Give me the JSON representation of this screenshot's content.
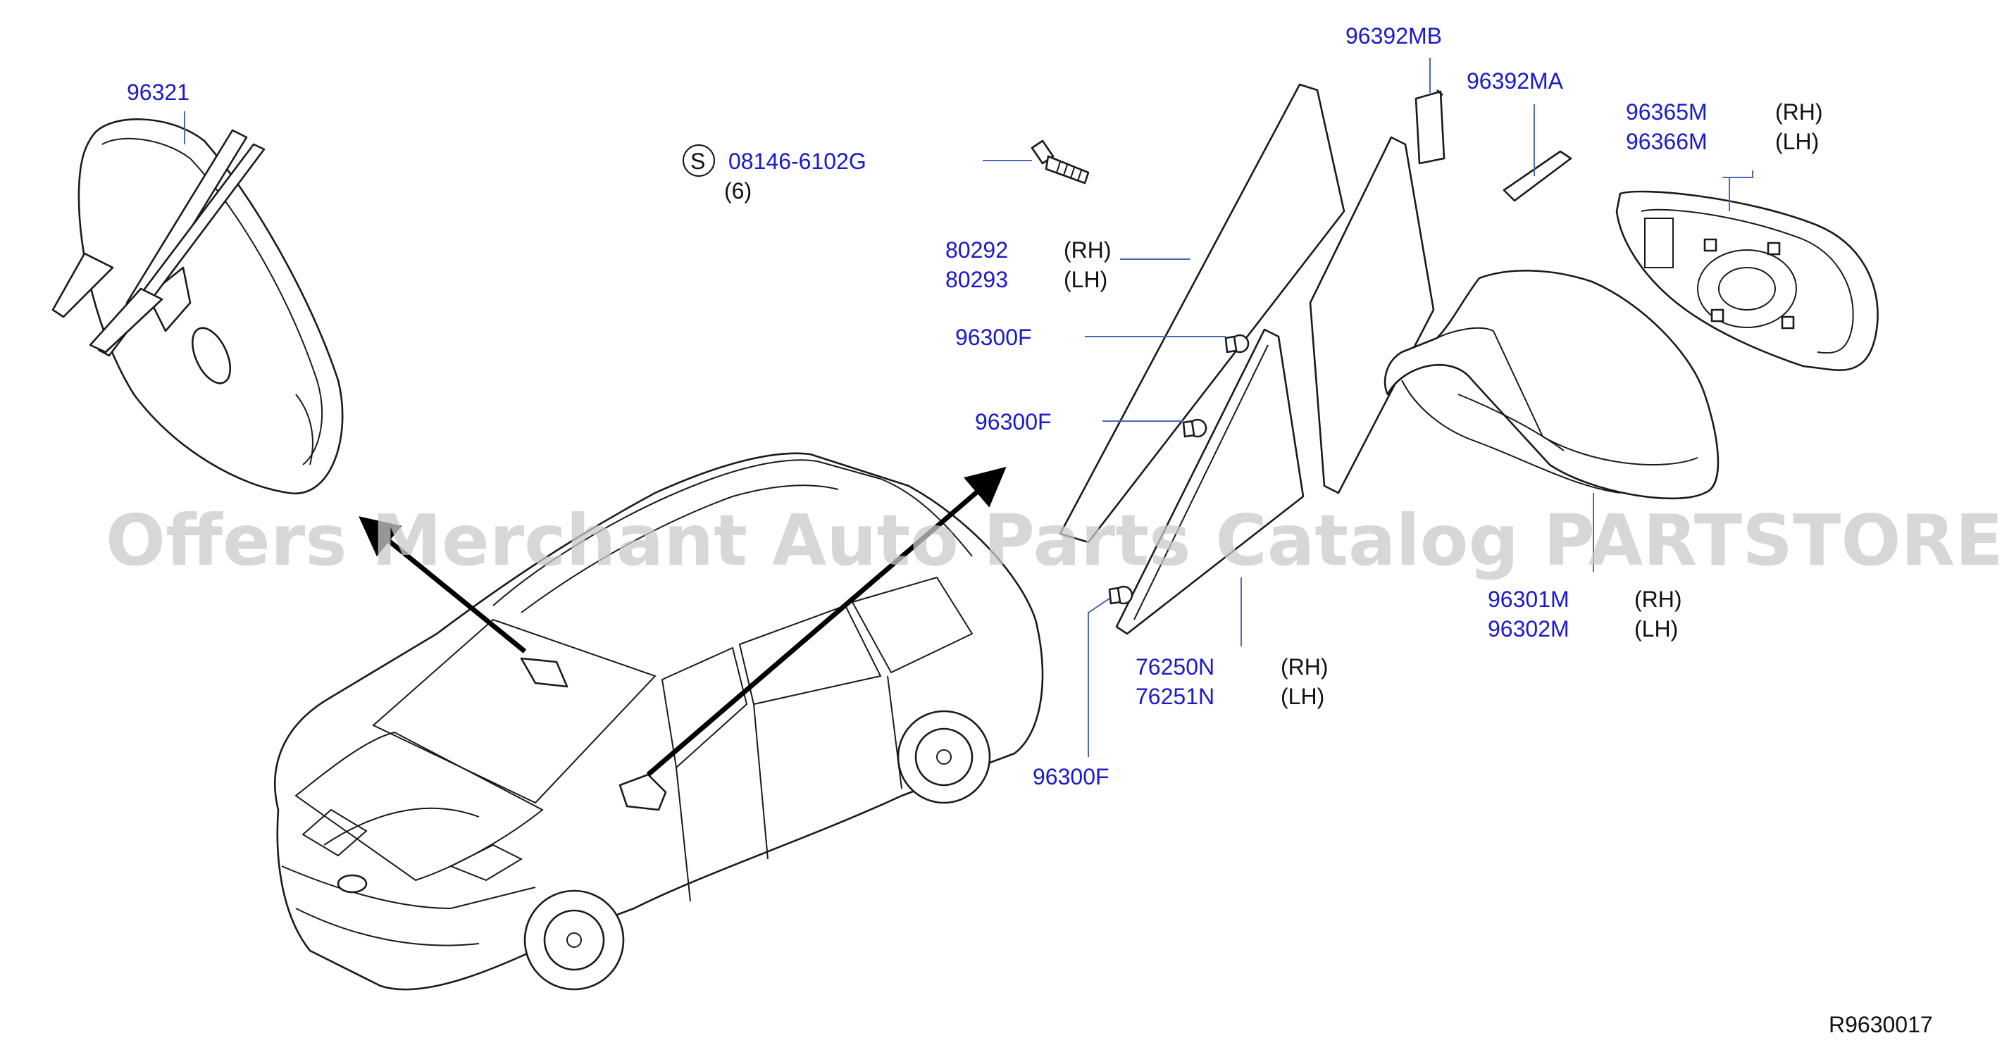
{
  "watermark": "Offers Merchant Auto Parts Catalog PARTSTORE.SA",
  "diagram_code": "R9630017",
  "callouts": {
    "inner_mirror": "96321",
    "bolt_symbol": "S",
    "bolt": "08146-6102G",
    "bolt_qty": "(6)",
    "glass_rh": "80292",
    "glass_lh": "80293",
    "clip_1": "96300F",
    "clip_2": "96300F",
    "clip_3": "96300F",
    "pad_b": "96392MB",
    "pad_a": "96392MA",
    "mirror_glass_rh": "96365M",
    "mirror_glass_lh": "96366M",
    "door_mirror_rh": "96301M",
    "door_mirror_lh": "96302M",
    "finisher_rh": "76250N",
    "finisher_lh": "76251N"
  },
  "sides": {
    "rh": "(RH)",
    "lh": "(LH)"
  },
  "icons": [
    "bolt-icon",
    "clip-icon",
    "pad-icon",
    "car-illustration",
    "inner-mirror-illustration",
    "door-mirror-illustration"
  ]
}
